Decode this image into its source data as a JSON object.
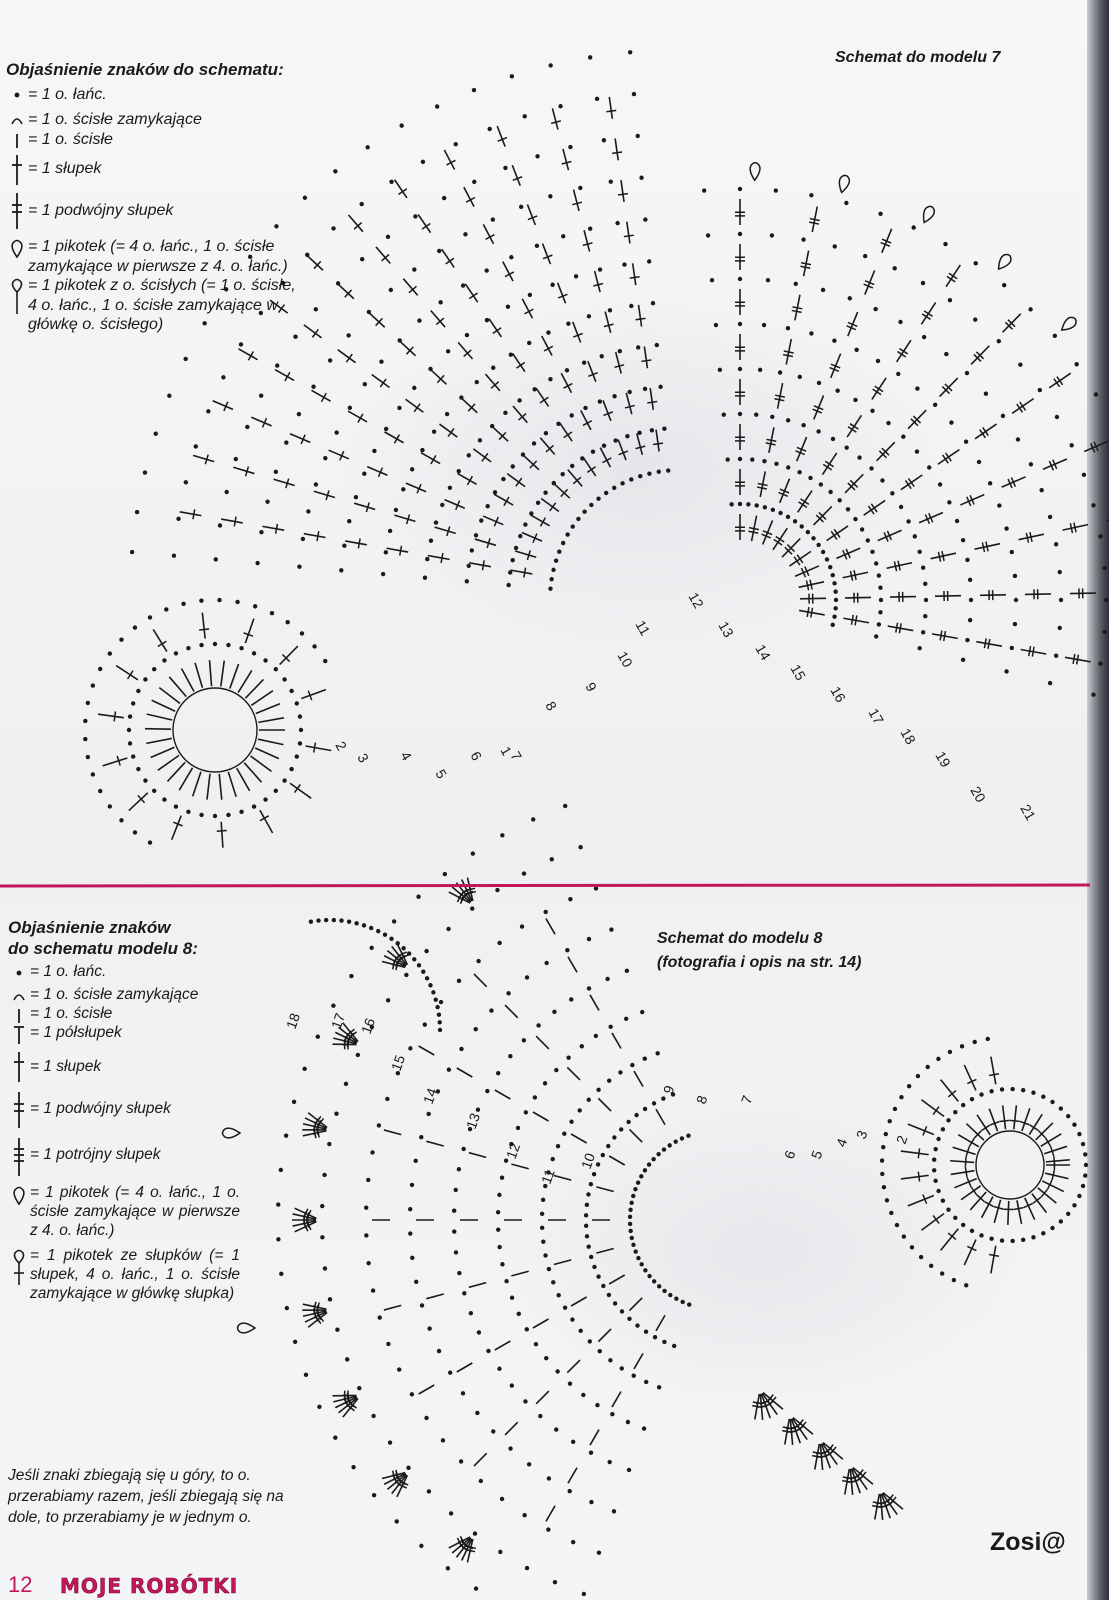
{
  "model7": {
    "legend_title": "Objaśnienie znaków do schematu:",
    "legend": [
      {
        "icon": "chain-dot-icon",
        "text": "= 1 o. łańc."
      },
      {
        "icon": "slip-stitch-arc-icon",
        "text": "= 1 o. ścisłe zamykające"
      },
      {
        "icon": "single-crochet-bar-icon",
        "text": "= 1 o. ścisłe"
      },
      {
        "icon": "double-crochet-icon",
        "text": "= 1 słupek"
      },
      {
        "icon": "treble-crochet-icon",
        "text": "= 1 podwójny słupek"
      },
      {
        "icon": "picot-icon",
        "text": "= 1 pikotek (= 4 o. łańc., 1 o. ścisłe zamykające w pierwsze z 4. o. łańc.)"
      },
      {
        "icon": "picot-stem-icon",
        "text": "= 1 pikotek z o. ścisłych (= 1 o. ścisłe, 4 o. łańc., 1 o. ścisłe zamykające w główkę o. ścisłego)"
      }
    ],
    "caption": "Schemat do modelu 7",
    "row_labels": [
      "1",
      "2",
      "3",
      "4",
      "5",
      "6",
      "7",
      "8",
      "9",
      "10",
      "11",
      "12",
      "13",
      "14",
      "15",
      "16",
      "17",
      "18",
      "19",
      "20",
      "21"
    ]
  },
  "model8": {
    "legend_title_1": "Objaśnienie znaków",
    "legend_title_2": "do schematu modelu 8:",
    "legend": [
      {
        "icon": "chain-dot-icon",
        "text": "= 1 o. łańc."
      },
      {
        "icon": "slip-stitch-arc-icon",
        "text": "= 1 o. ścisłe zamykające"
      },
      {
        "icon": "single-crochet-bar-icon",
        "text": "= 1 o. ścisłe"
      },
      {
        "icon": "half-double-crochet-icon",
        "text": "= 1 półsłupek"
      },
      {
        "icon": "double-crochet-icon",
        "text": "= 1 słupek"
      },
      {
        "icon": "treble-crochet-icon",
        "text": "= 1 podwójny słupek"
      },
      {
        "icon": "triple-treble-icon",
        "text": "= 1 potrójny słupek"
      },
      {
        "icon": "picot-icon",
        "text": "= 1 pikotek (= 4 o. łańc., 1 o. ścisłe zamykające w pierwsze z 4. o. łańc.)"
      },
      {
        "icon": "picot-stem-icon",
        "text": "= 1 pikotek ze słupków (= 1 słupek, 4 o. łańc., 1 o. ścisłe zamykające w główkę słupka)"
      }
    ],
    "caption_line1": "Schemat do modelu 8",
    "caption_line2": "(fotografia i opis na str. 14)",
    "row_labels": [
      "2",
      "3",
      "4",
      "5",
      "6",
      "7",
      "8",
      "9",
      "10",
      "11",
      "12",
      "13",
      "14",
      "15",
      "16",
      "17",
      "18"
    ]
  },
  "note": "Jeśli znaki zbiegają się u góry, to o. przerabiamy razem, jeśli zbiegają się na dole, to przerabiamy je w jednym o.",
  "signature": "Zosi@",
  "footer": {
    "page_number": "12",
    "magazine": "MOJE ROBÓTKI"
  },
  "colors": {
    "accent": "#c2185b",
    "ink": "#1a1a1a"
  }
}
